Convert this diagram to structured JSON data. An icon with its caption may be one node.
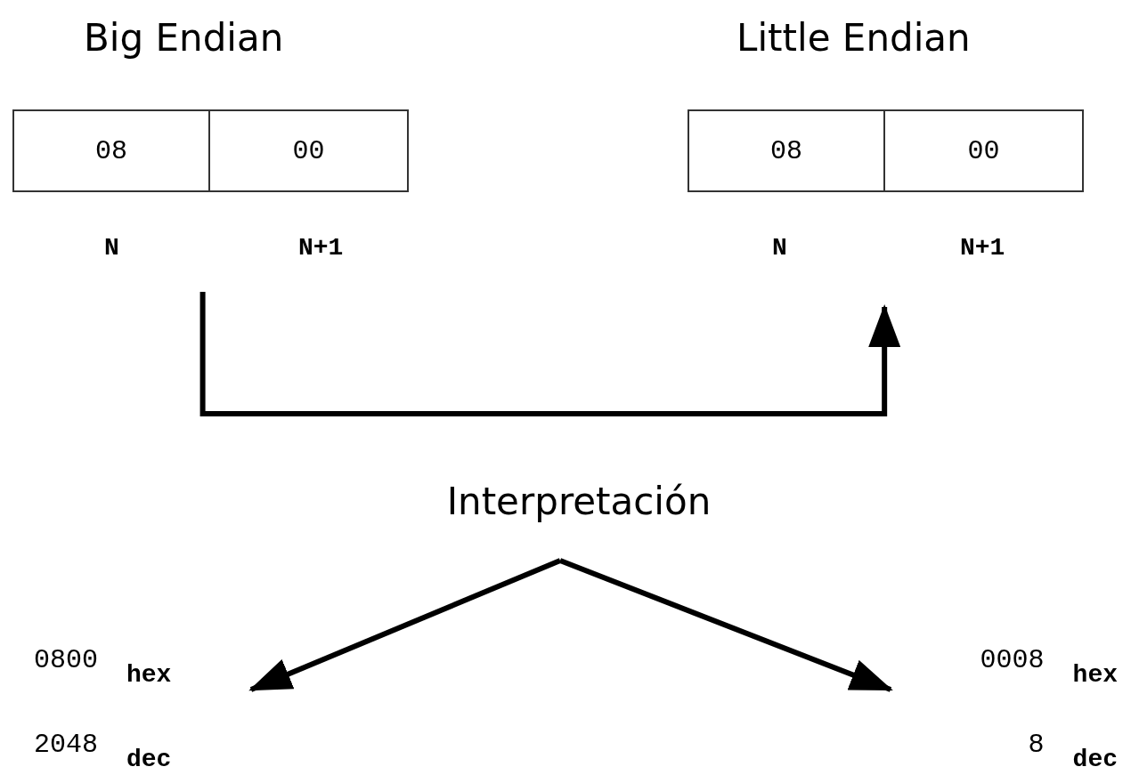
{
  "diagram": {
    "nodes": [
      {
        "text": [
          "Big Endian"
        ]
      },
      {
        "text": [
          "08"
        ],
        "in": 0,
        "beside": [
          "N"
        ]
      },
      {
        "text": [
          "00"
        ],
        "in": 0,
        "beside": [
          "N+1"
        ]
      },
      {
        "text": [
          "Little Endian"
        ]
      },
      {
        "text": [
          "08"
        ],
        "in": 3,
        "beside": [
          "N"
        ]
      },
      {
        "text": [
          "00"
        ],
        "in": 3,
        "beside": [
          "N+1"
        ]
      },
      {
        "text": [
          "Interpretación"
        ]
      },
      {
        "text": [
          "0800 $_{hex}$",
          "2048 $_{dec}$"
        ]
      },
      {
        "text": [
          "0008 $_{hex}$",
          "8 $_{dec}$"
        ]
      }
    ],
    "edges": [
      {
        "from": 0,
        "to": 3,
        "arrow": "to"
      },
      {
        "from": 6,
        "to": 7,
        "arrow": "to"
      },
      {
        "from": 6,
        "to": 8,
        "arrow": "to"
      }
    ]
  }
}
